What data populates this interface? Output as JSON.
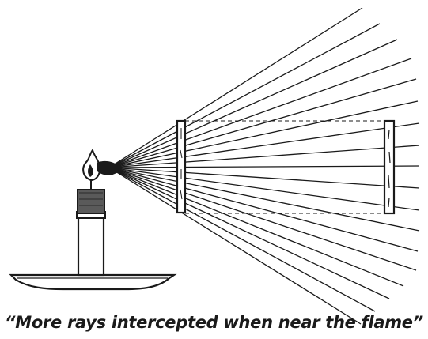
{
  "caption": "“More rays intercepted when near the flame”",
  "colors": {
    "ink": "#1a1a1a",
    "background": "#ffffff",
    "shade": "#5a5a5a"
  },
  "illustration": {
    "subject": "candle-light-rays",
    "ray_count": 18
  }
}
